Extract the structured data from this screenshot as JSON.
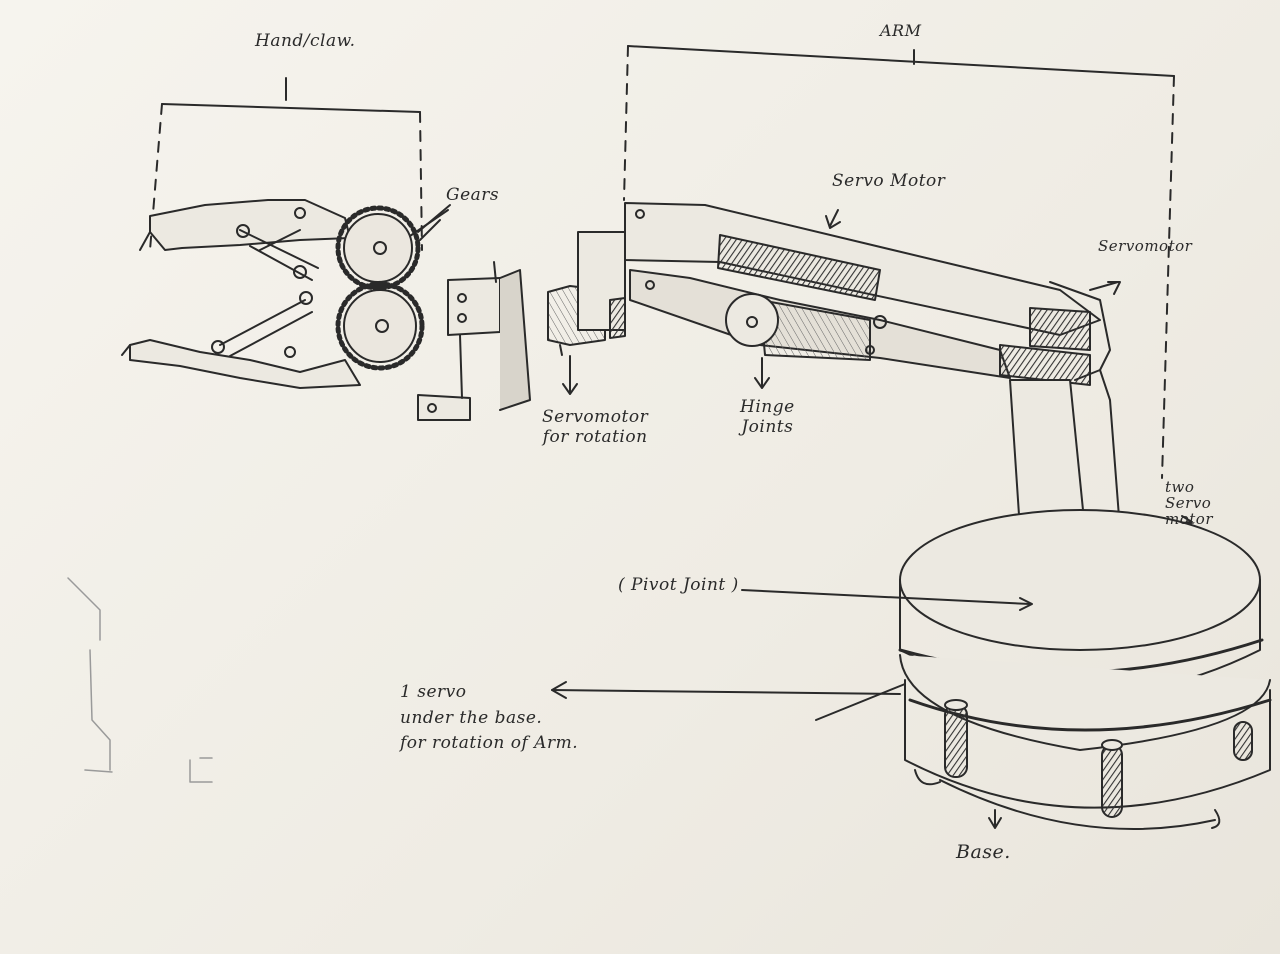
{
  "labels": {
    "hand_claw": "Hand/claw.",
    "arm": "ARM",
    "gears": "Gears",
    "servo_motor_top": "Servo Motor",
    "servomotor_right": "Servomotor",
    "servomotor_rotation": "Servomotor\nfor rotation",
    "hinge_joints": "Hinge\nJoints",
    "two_servo_motor": "two\nServo\nmotor",
    "pivot_joint": "( Pivot Joint )",
    "one_servo_base": "1 servo\nunder the base.\nfor rotation of Arm.",
    "base": "Base."
  },
  "colors": {
    "ink": "#2a2a2a",
    "paper": "#f2efe8",
    "shade": "#555555"
  }
}
